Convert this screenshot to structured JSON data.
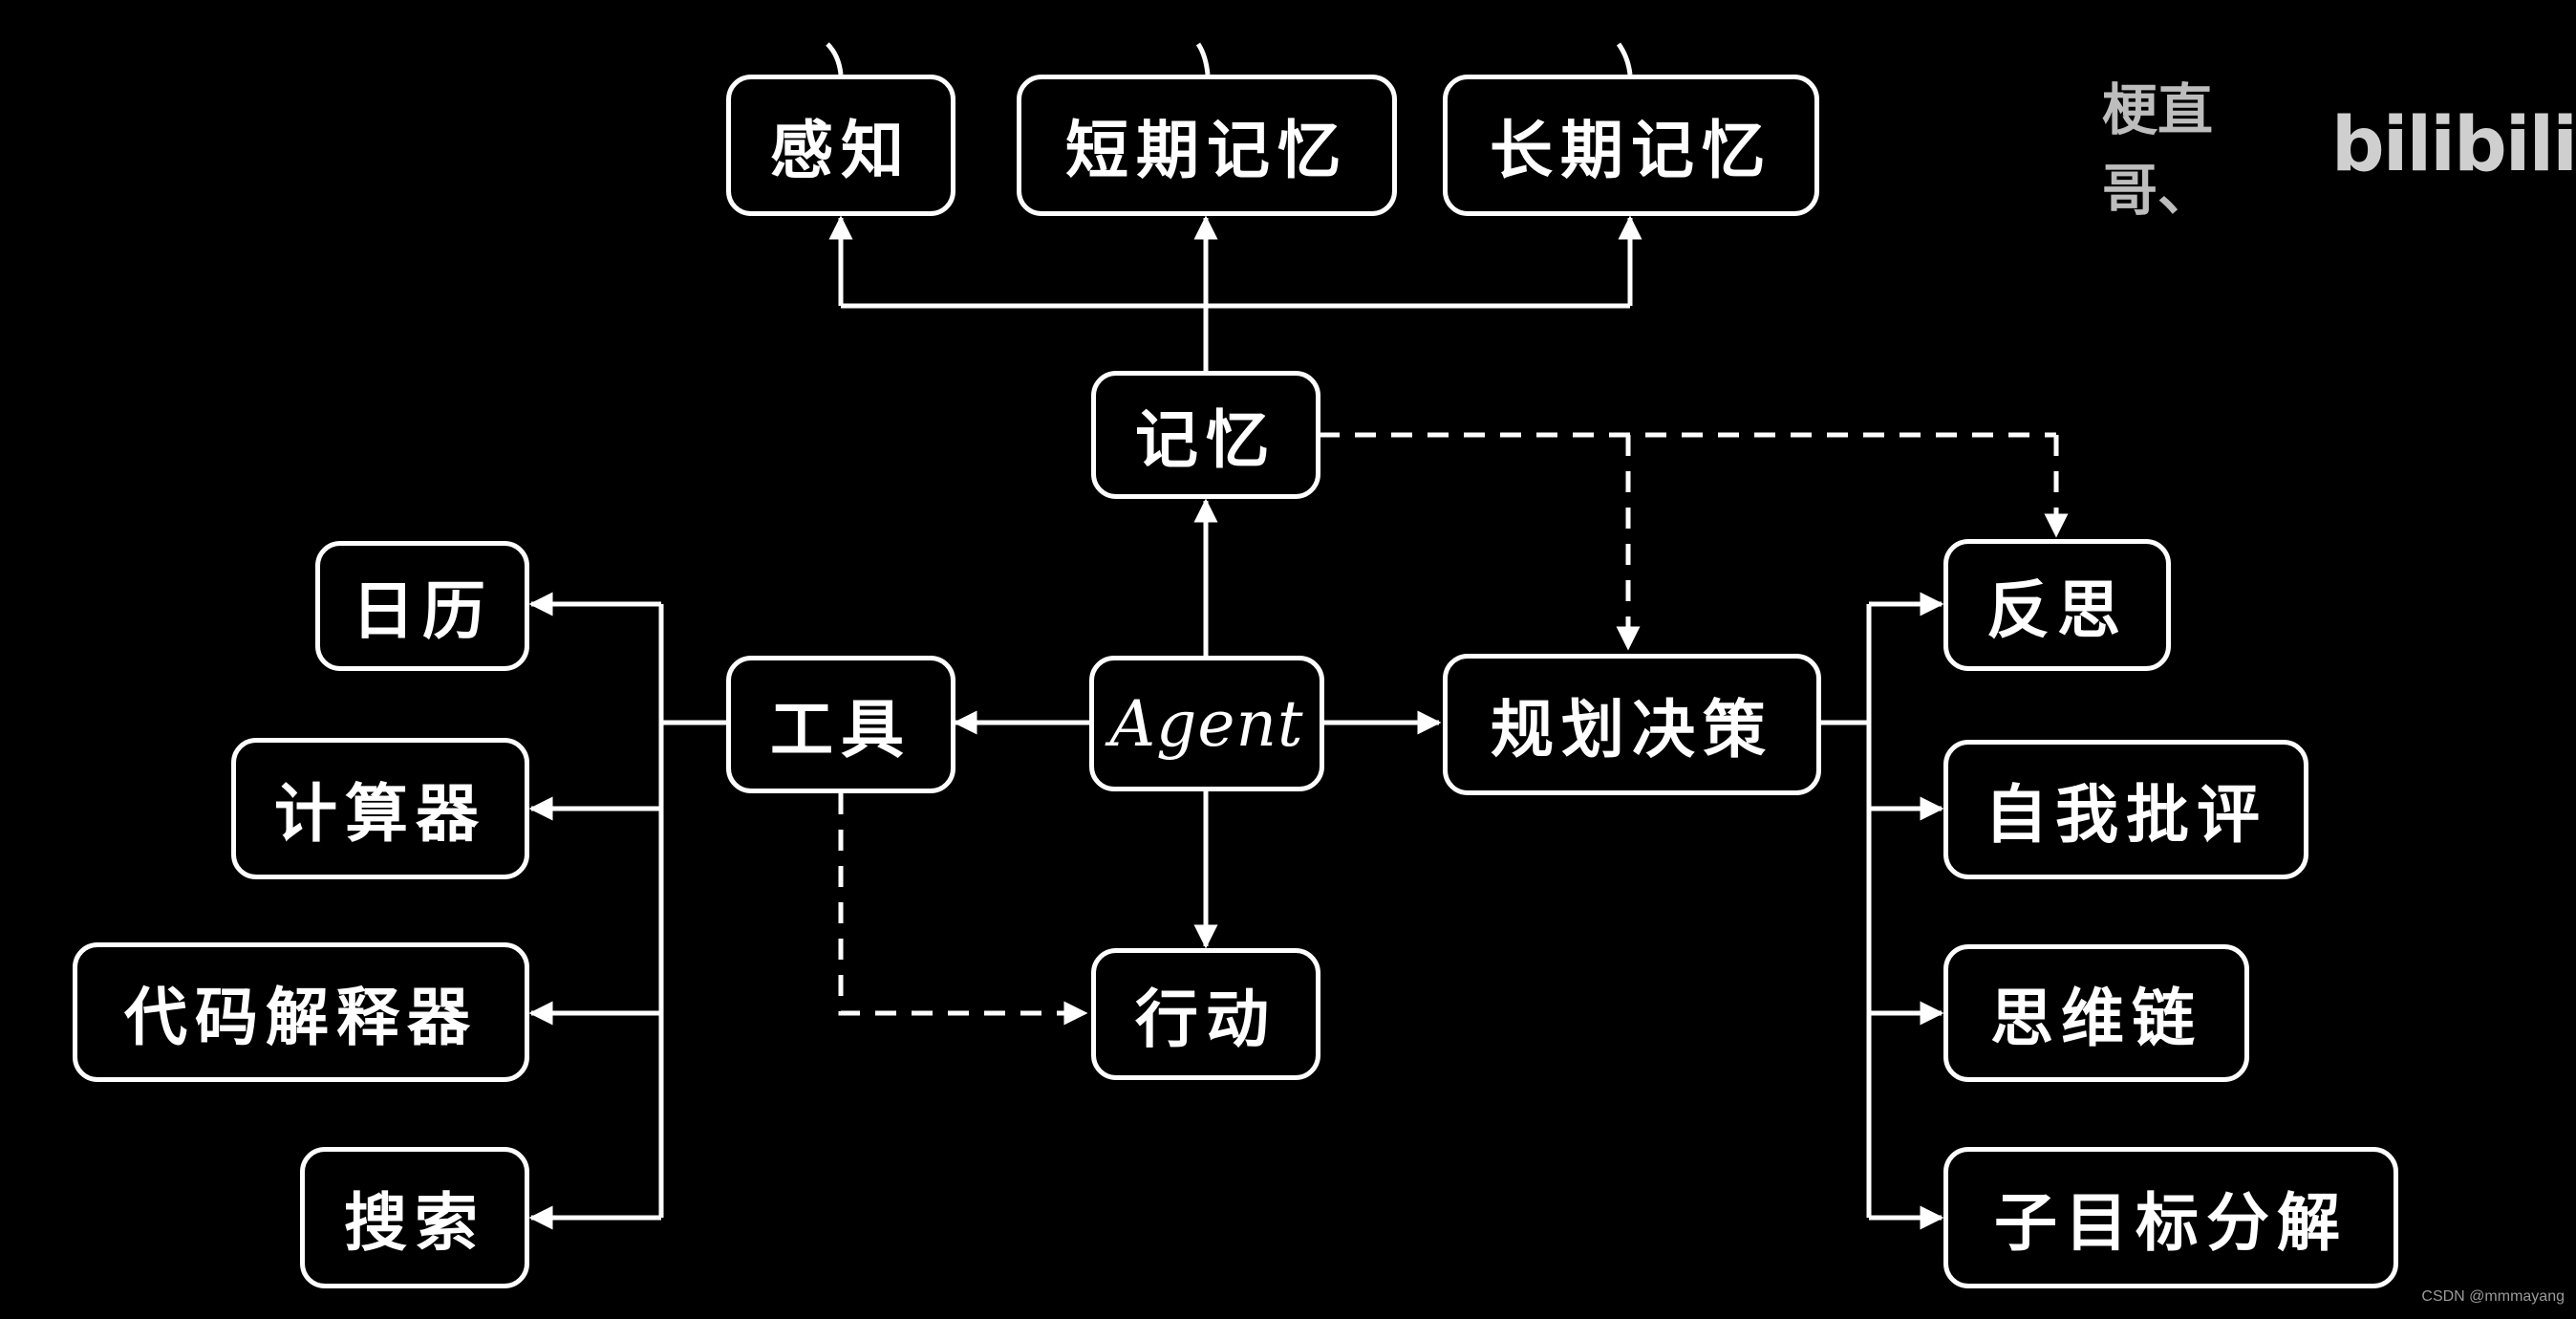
{
  "nodes": {
    "perception": "感知",
    "short_term_memory": "短期记忆",
    "long_term_memory": "长期记忆",
    "memory": "记忆",
    "agent": "Agent",
    "tools": "工具",
    "planning": "规划决策",
    "action": "行动",
    "calendar": "日历",
    "calculator": "计算器",
    "code_interpreter": "代码解释器",
    "search": "搜索",
    "reflection": "反思",
    "self_critique": "自我批评",
    "chain_of_thought": "思维链",
    "subgoal_decomposition": "子目标分解"
  },
  "watermark": {
    "author": "梗直哥、",
    "brand": "bilibili"
  },
  "credit": "CSDN @mmmayang",
  "colors": {
    "background": "#000000",
    "stroke": "#ffffff"
  }
}
